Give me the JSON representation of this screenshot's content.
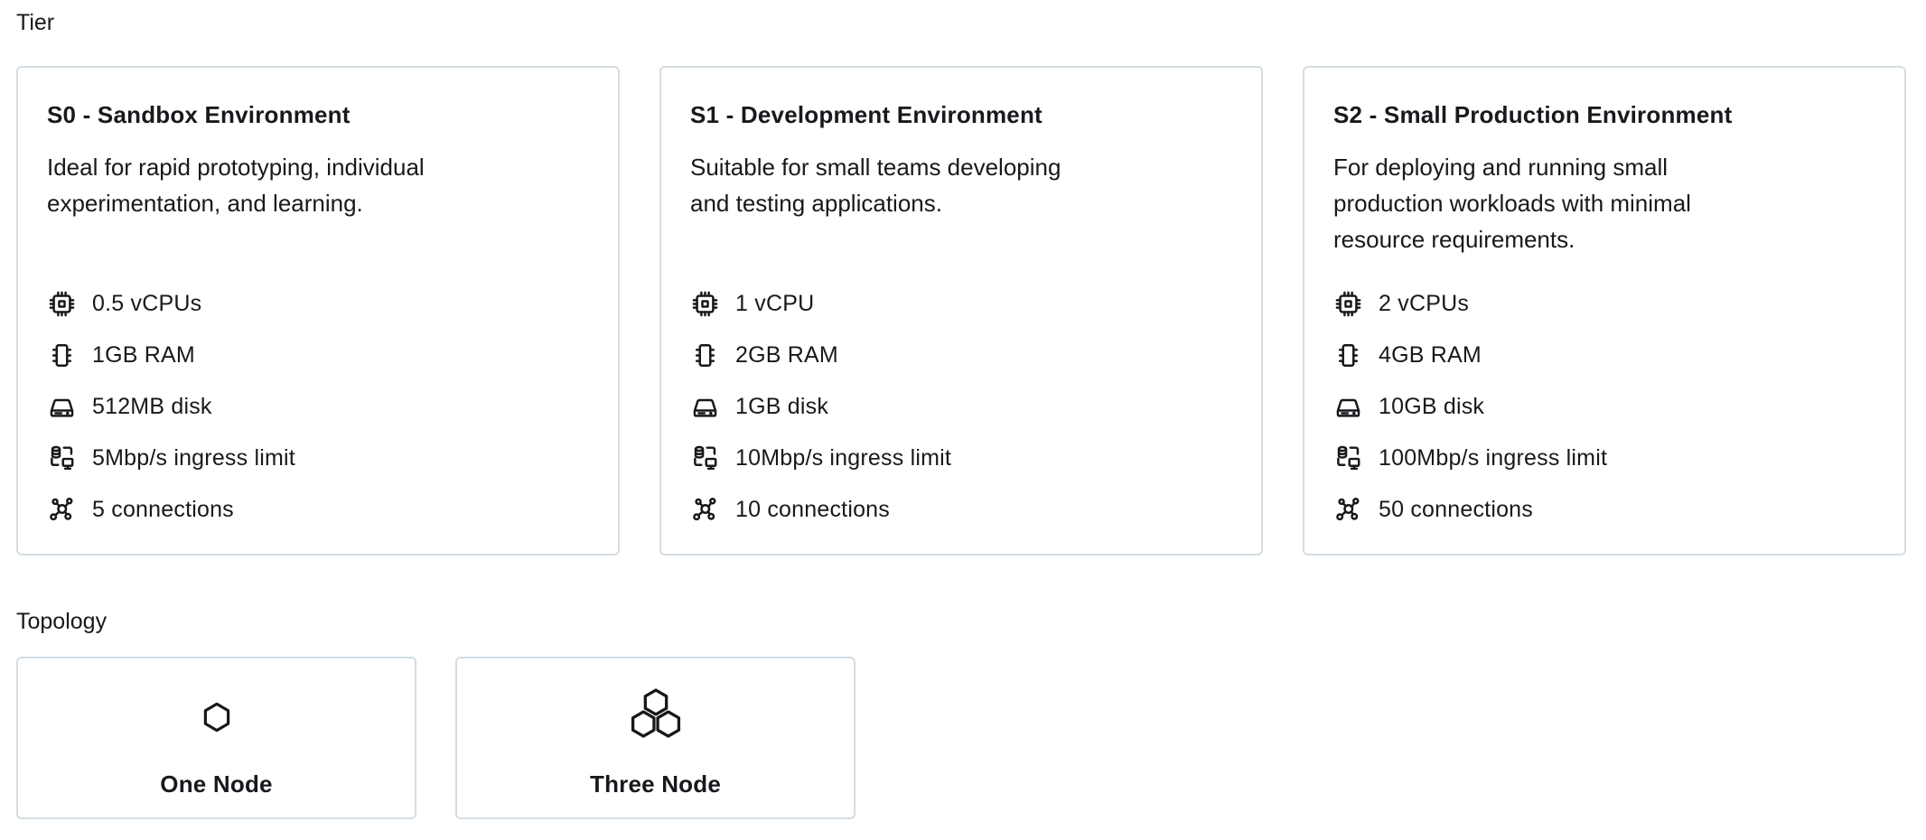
{
  "colors": {
    "background": "#ffffff",
    "text": "#17191d",
    "card_border": "#d4dde3",
    "icon_stroke": "#16181b"
  },
  "tier_section": {
    "label": "Tier",
    "cards": [
      {
        "title": "S0 - Sandbox Environment",
        "description_lines": [
          "Ideal for rapid prototyping, individual",
          "experimentation, and learning."
        ],
        "specs": [
          {
            "icon": "cpu-icon",
            "text": "0.5 vCPUs"
          },
          {
            "icon": "ram-icon",
            "text": "1GB RAM"
          },
          {
            "icon": "disk-icon",
            "text": "512MB disk"
          },
          {
            "icon": "ingress-icon",
            "text": "5Mbp/s ingress limit"
          },
          {
            "icon": "connections-icon",
            "text": "5 connections"
          }
        ]
      },
      {
        "title": "S1 - Development Environment",
        "description_lines": [
          "Suitable for small teams developing",
          "and testing applications."
        ],
        "specs": [
          {
            "icon": "cpu-icon",
            "text": "1 vCPU"
          },
          {
            "icon": "ram-icon",
            "text": "2GB RAM"
          },
          {
            "icon": "disk-icon",
            "text": "1GB disk"
          },
          {
            "icon": "ingress-icon",
            "text": "10Mbp/s ingress limit"
          },
          {
            "icon": "connections-icon",
            "text": "10 connections"
          }
        ]
      },
      {
        "title": "S2 - Small Production Environment",
        "description_lines": [
          "For deploying and running small",
          "production workloads with minimal",
          "resource requirements."
        ],
        "specs": [
          {
            "icon": "cpu-icon",
            "text": "2 vCPUs"
          },
          {
            "icon": "ram-icon",
            "text": "4GB RAM"
          },
          {
            "icon": "disk-icon",
            "text": "10GB disk"
          },
          {
            "icon": "ingress-icon",
            "text": "100Mbp/s ingress limit"
          },
          {
            "icon": "connections-icon",
            "text": "50 connections"
          }
        ]
      }
    ]
  },
  "topology_section": {
    "label": "Topology",
    "options": [
      {
        "icon": "one-node-icon",
        "label": "One Node"
      },
      {
        "icon": "three-node-icon",
        "label": "Three Node"
      }
    ]
  }
}
